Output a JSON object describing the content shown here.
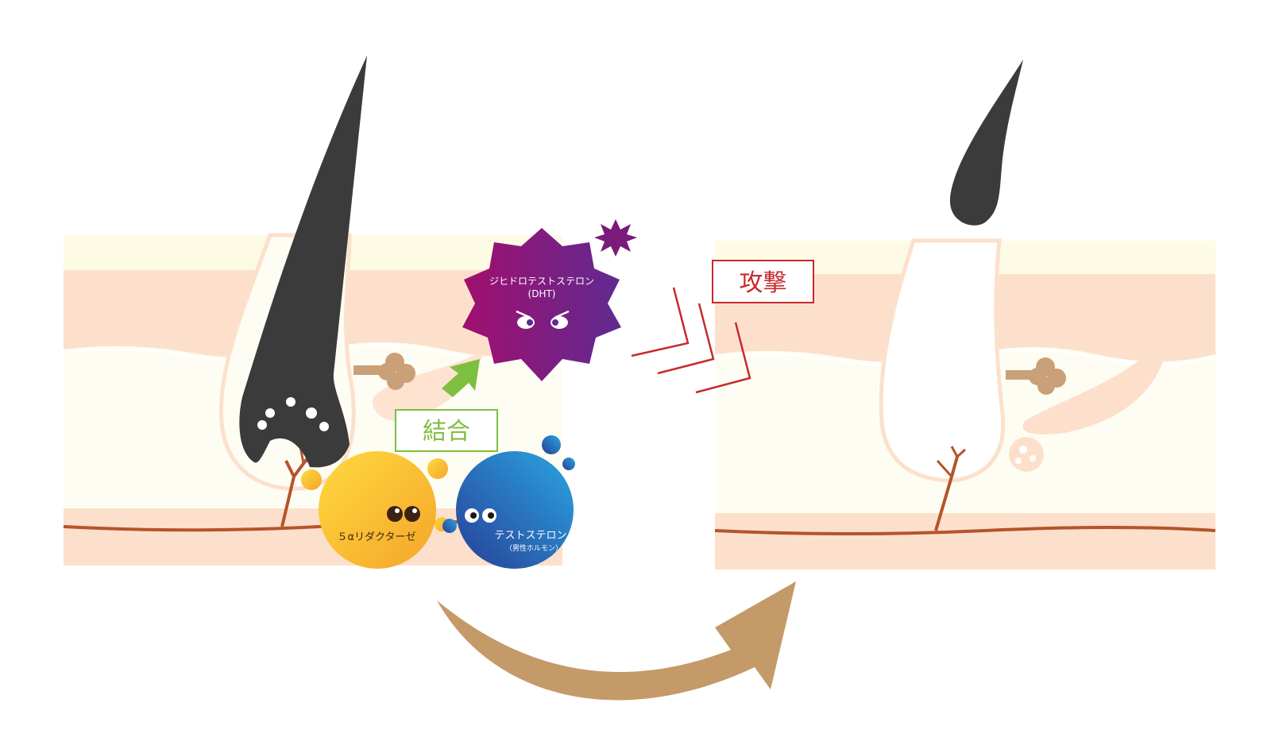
{
  "labels": {
    "dht_name": "ジヒドロテストステロン",
    "dht_abbr": "(DHT)",
    "bind_label": "結合",
    "attack_label": "攻撃",
    "enzyme_label": "５αリダクターゼ",
    "testosterone_label": "テストステロン",
    "testosterone_sub": "（男性ホルモン）"
  },
  "colors": {
    "skin_top": "#fdfbe4",
    "skin_pink": "#fde0cc",
    "skin_dermis": "#fefdf3",
    "hair": "#3b3b3b",
    "vessel": "#b5542c",
    "dht_start": "#a10f6e",
    "dht_end": "#5f2a91",
    "enzyme_start": "#ffd23d",
    "enzyme_end": "#f6a82a",
    "testo_start": "#2c4a9e",
    "testo_end": "#2aa3e0",
    "bind_green": "#7fbf3f",
    "attack_red": "#c8282f",
    "big_arrow": "#c49a68",
    "gland": "#c9a077"
  }
}
